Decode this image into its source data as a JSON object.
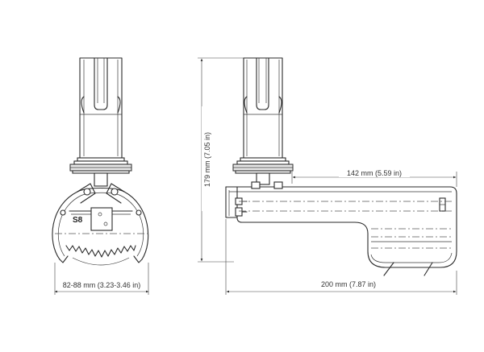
{
  "dimensions": {
    "clamp_range": "82-88 mm (3.23-3.46 in)",
    "height": "179 mm (7.05 in)",
    "offset": "142 mm (5.59 in)",
    "length": "200 mm (7.87 in)"
  },
  "marking": "S8"
}
